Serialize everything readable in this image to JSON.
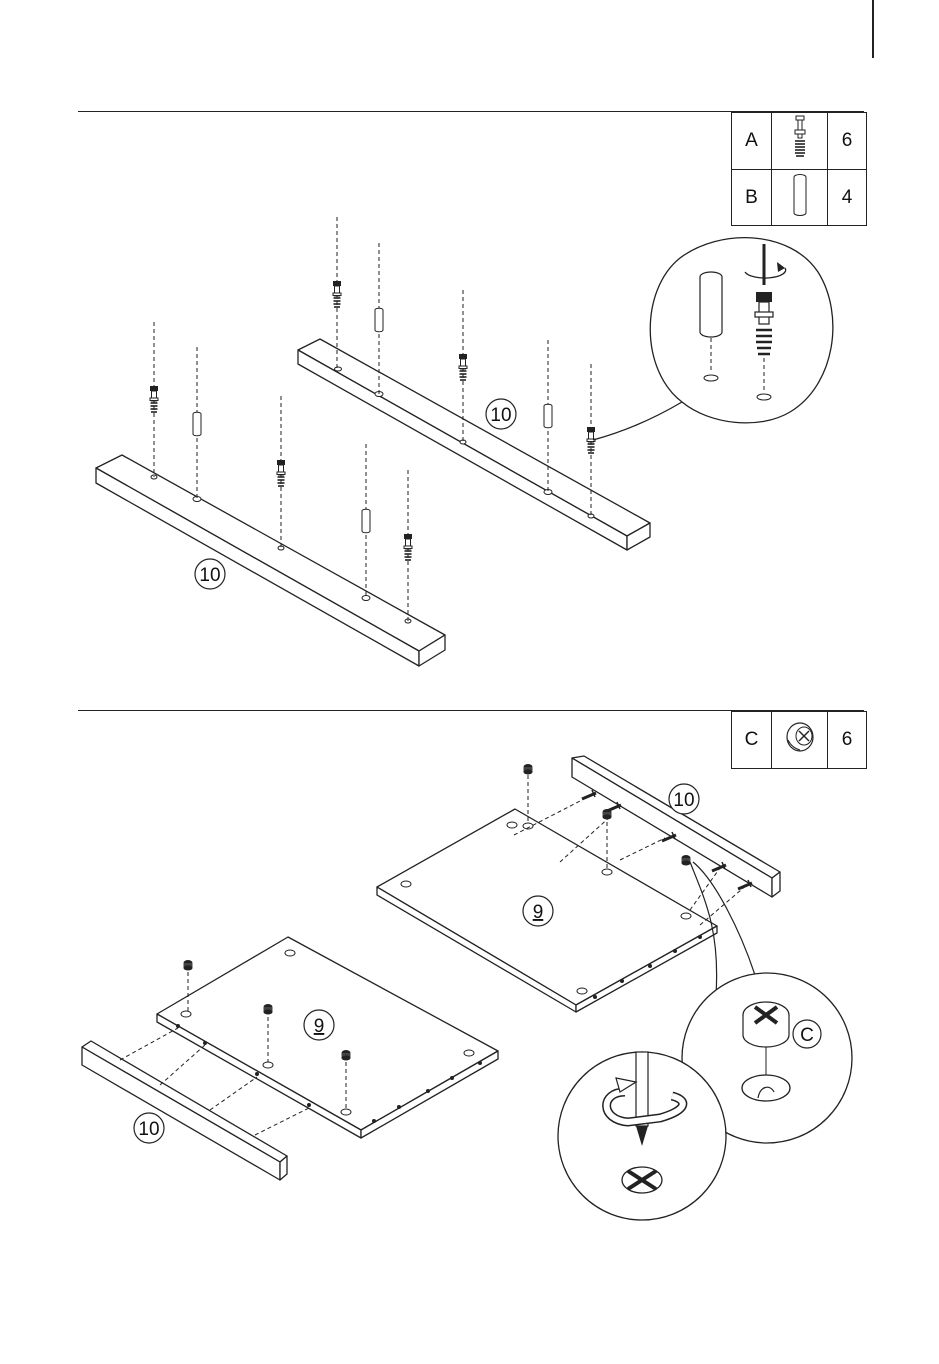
{
  "step1": {
    "parts": [
      {
        "label": "A",
        "icon": "cam-bolt-icon",
        "qty": "6"
      },
      {
        "label": "B",
        "icon": "wooden-dowel-icon",
        "qty": "4"
      }
    ],
    "panel_labels": [
      "10",
      "10"
    ]
  },
  "step2": {
    "parts": [
      {
        "label": "C",
        "icon": "cam-lock-icon",
        "qty": "6"
      }
    ],
    "panel_labels": [
      "10",
      "10"
    ],
    "board_labels": [
      "9",
      "9"
    ],
    "detail_label": "C"
  }
}
